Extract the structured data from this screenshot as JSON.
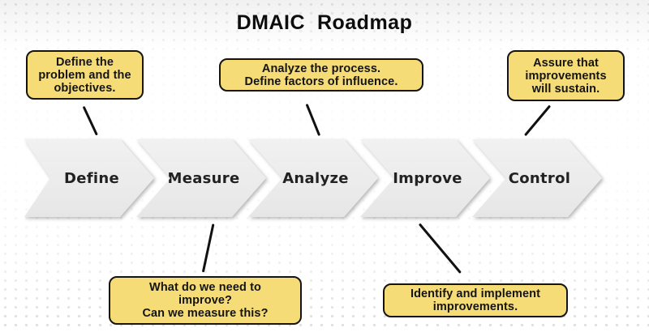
{
  "title": "DMAIC  Roadmap",
  "chevrons": [
    {
      "label": "Define"
    },
    {
      "label": "Measure"
    },
    {
      "label": "Analyze"
    },
    {
      "label": "Improve"
    },
    {
      "label": "Control"
    }
  ],
  "callouts": [
    {
      "name": "define",
      "lines": [
        "Define the",
        "problem and the",
        "objectives."
      ]
    },
    {
      "name": "analyze",
      "lines": [
        "Analyze the process.",
        "Define factors of influence."
      ]
    },
    {
      "name": "assure",
      "lines": [
        "Assure that",
        "improvements",
        "will sustain."
      ]
    },
    {
      "name": "measure",
      "lines": [
        "What do we need to",
        "improve?",
        "Can we measure this?"
      ]
    },
    {
      "name": "improve",
      "lines": [
        "Identify and implement",
        "improvements."
      ]
    }
  ],
  "colors": {
    "callout_fill": "#F6DC77",
    "callout_border": "#141414",
    "chevron_fill": "#ECECEC",
    "connector": "#111111",
    "text": "#141414",
    "background": "#FFFFFF"
  }
}
